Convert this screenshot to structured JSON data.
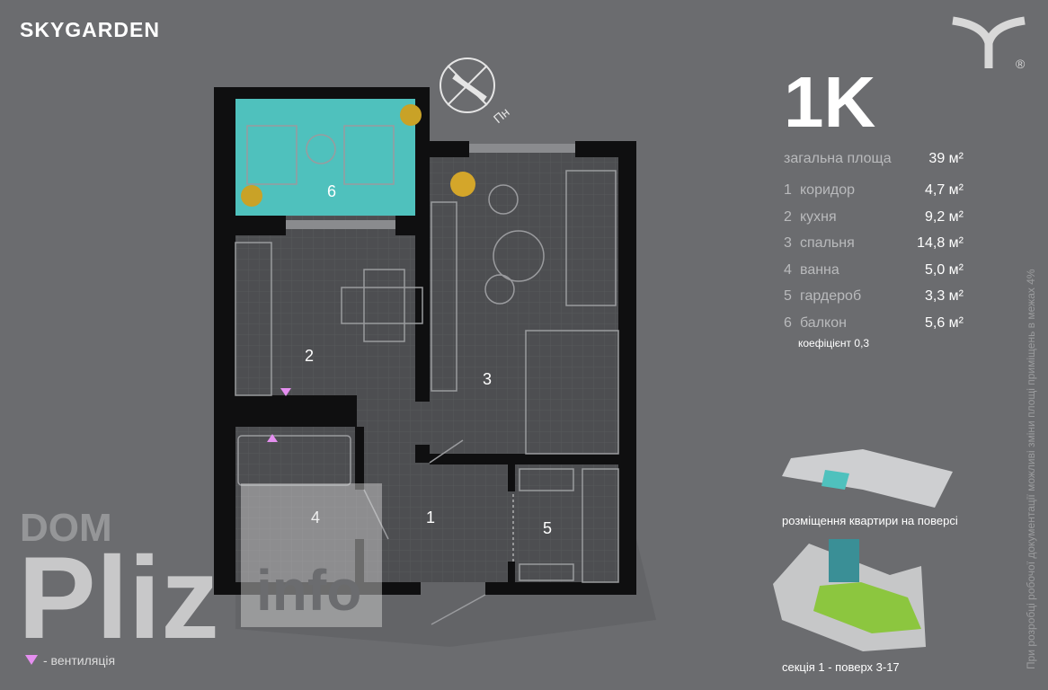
{
  "brand": "SKYGARDEN",
  "apartment_type": "1K",
  "total": {
    "label": "загальна площа",
    "value": "39 м²"
  },
  "rooms": [
    {
      "num": "1",
      "name": "коридор",
      "area": "4,7 м²"
    },
    {
      "num": "2",
      "name": "кухня",
      "area": "9,2 м²"
    },
    {
      "num": "3",
      "name": "спальня",
      "area": "14,8 м²"
    },
    {
      "num": "4",
      "name": "ванна",
      "area": "5,0 м²"
    },
    {
      "num": "5",
      "name": "гардероб",
      "area": "3,3 м²"
    },
    {
      "num": "6",
      "name": "балкон",
      "area": "5,6 м²"
    }
  ],
  "coefficient": "коефіцієнт 0,3",
  "disclaimer": "При розробці робочої документації можливі зміни площі приміщень в межах 4%",
  "floor_caption": "розміщення квартири на поверсі",
  "section_caption": "секція 1 - поверх 3-17",
  "compass_label": "Пн",
  "legend": {
    "ventilation": "- вентиляція"
  },
  "watermark": {
    "line1": "DOM",
    "line2": "Pliz",
    "line3": "info"
  },
  "logo_mark": "®",
  "colors": {
    "background": "#6b6c6f",
    "balcony": "#4fc1bd",
    "wall": "#0f0f10",
    "vent": "#e58ff0",
    "green": "#8cc63f"
  }
}
